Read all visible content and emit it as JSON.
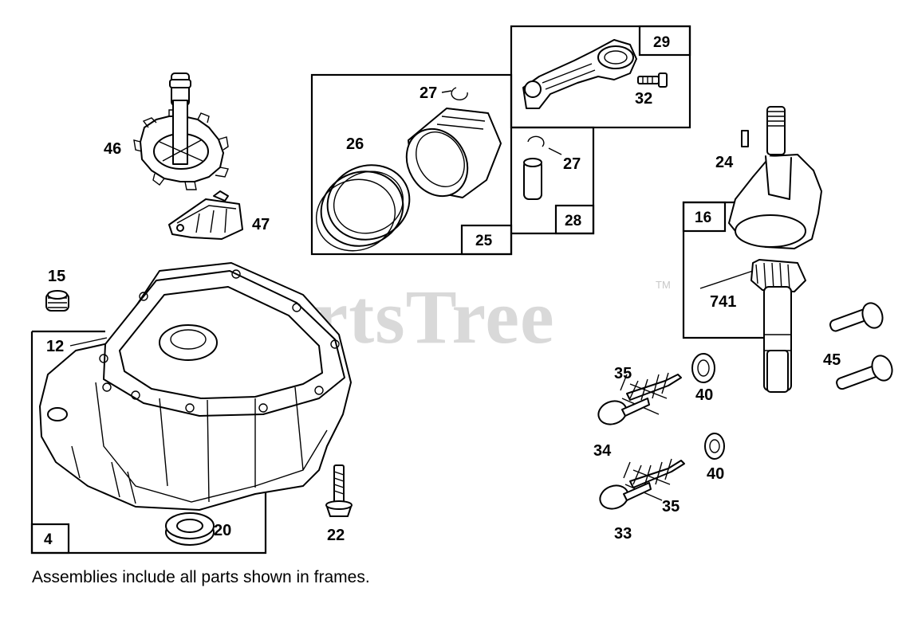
{
  "watermark": {
    "text": "PartsTree",
    "trademark": "TM"
  },
  "note": "Assemblies include all parts shown in frames.",
  "labels": {
    "p46": "46",
    "p47": "47",
    "p15": "15",
    "p12": "12",
    "p4": "4",
    "p20": "20",
    "p22": "22",
    "p26": "26",
    "p27a": "27",
    "p25": "25",
    "p29": "29",
    "p32": "32",
    "p27b": "27",
    "p28": "28",
    "p24": "24",
    "p16": "16",
    "p741": "741",
    "p45": "45",
    "p35a": "35",
    "p40a": "40",
    "p34": "34",
    "p40b": "40",
    "p35b": "35",
    "p33": "33"
  }
}
